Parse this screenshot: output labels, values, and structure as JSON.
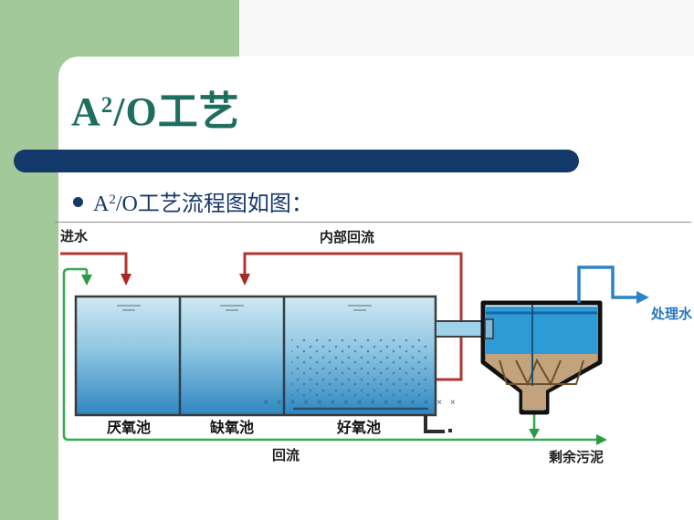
{
  "slide": {
    "title": {
      "prefix": "A",
      "superscript": "2",
      "suffix": "/O工艺"
    },
    "bullet": {
      "prefix": "A",
      "superscript": "2",
      "suffix": "/O工艺流程图如图："
    }
  },
  "diagram": {
    "labels": {
      "influent": "进水",
      "internal_recycle": "内部回流",
      "treated_water": "处理水",
      "anaerobic_tank": "厌氧池",
      "anoxic_tank": "缺氧池",
      "aerobic_tank": "好氧池",
      "return_flow": "回流",
      "excess_sludge": "剩余污泥"
    },
    "aeration_marks": "× × × × × × × × × × × × × × ×"
  },
  "colors": {
    "sidebar_green": "#a3c89a",
    "accent_bar_navy": "#13386a",
    "title_teal": "#1e6e60",
    "bullet_navy": "#17386b",
    "flow_red": "#b23530",
    "flow_green": "#33ab50",
    "flow_blue": "#2b84c6",
    "tank_water_top": "#cfe9f4",
    "tank_water_bottom": "#2e86c0",
    "clarifier_water": "#2f9bd6",
    "sludge_tan": "#c2a37d"
  }
}
